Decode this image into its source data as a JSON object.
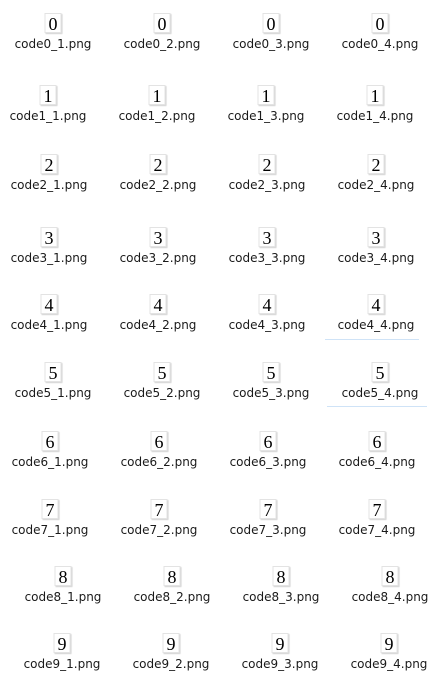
{
  "files": [
    [
      {
        "digit": "0",
        "name": "code0_1.png"
      },
      {
        "digit": "0",
        "name": "code0_2.png"
      },
      {
        "digit": "0",
        "name": "code0_3.png"
      },
      {
        "digit": "0",
        "name": "code0_4.png"
      }
    ],
    [
      {
        "digit": "1",
        "name": "code1_1.png"
      },
      {
        "digit": "1",
        "name": "code1_2.png"
      },
      {
        "digit": "1",
        "name": "code1_3.png"
      },
      {
        "digit": "1",
        "name": "code1_4.png"
      }
    ],
    [
      {
        "digit": "2",
        "name": "code2_1.png"
      },
      {
        "digit": "2",
        "name": "code2_2.png"
      },
      {
        "digit": "2",
        "name": "code2_3.png"
      },
      {
        "digit": "2",
        "name": "code2_4.png"
      }
    ],
    [
      {
        "digit": "3",
        "name": "code3_1.png"
      },
      {
        "digit": "3",
        "name": "code3_2.png"
      },
      {
        "digit": "3",
        "name": "code3_3.png"
      },
      {
        "digit": "3",
        "name": "code3_4.png"
      }
    ],
    [
      {
        "digit": "4",
        "name": "code4_1.png"
      },
      {
        "digit": "4",
        "name": "code4_2.png"
      },
      {
        "digit": "4",
        "name": "code4_3.png"
      },
      {
        "digit": "4",
        "name": "code4_4.png"
      }
    ],
    [
      {
        "digit": "5",
        "name": "code5_1.png"
      },
      {
        "digit": "5",
        "name": "code5_2.png"
      },
      {
        "digit": "5",
        "name": "code5_3.png"
      },
      {
        "digit": "5",
        "name": "code5_4.png"
      }
    ],
    [
      {
        "digit": "6",
        "name": "code6_1.png"
      },
      {
        "digit": "6",
        "name": "code6_2.png"
      },
      {
        "digit": "6",
        "name": "code6_3.png"
      },
      {
        "digit": "6",
        "name": "code6_4.png"
      }
    ],
    [
      {
        "digit": "7",
        "name": "code7_1.png"
      },
      {
        "digit": "7",
        "name": "code7_2.png"
      },
      {
        "digit": "7",
        "name": "code7_3.png"
      },
      {
        "digit": "7",
        "name": "code7_4.png"
      }
    ],
    [
      {
        "digit": "8",
        "name": "code8_1.png"
      },
      {
        "digit": "8",
        "name": "code8_2.png"
      },
      {
        "digit": "8",
        "name": "code8_3.png"
      },
      {
        "digit": "8",
        "name": "code8_4.png"
      }
    ],
    [
      {
        "digit": "9",
        "name": "code9_1.png"
      },
      {
        "digit": "9",
        "name": "code9_2.png"
      },
      {
        "digit": "9",
        "name": "code9_3.png"
      },
      {
        "digit": "9",
        "name": "code9_4.png"
      }
    ]
  ],
  "colors": {
    "background": "#ffffff",
    "text": "#1a1a1a",
    "hover_line": "#cfe3f7"
  }
}
